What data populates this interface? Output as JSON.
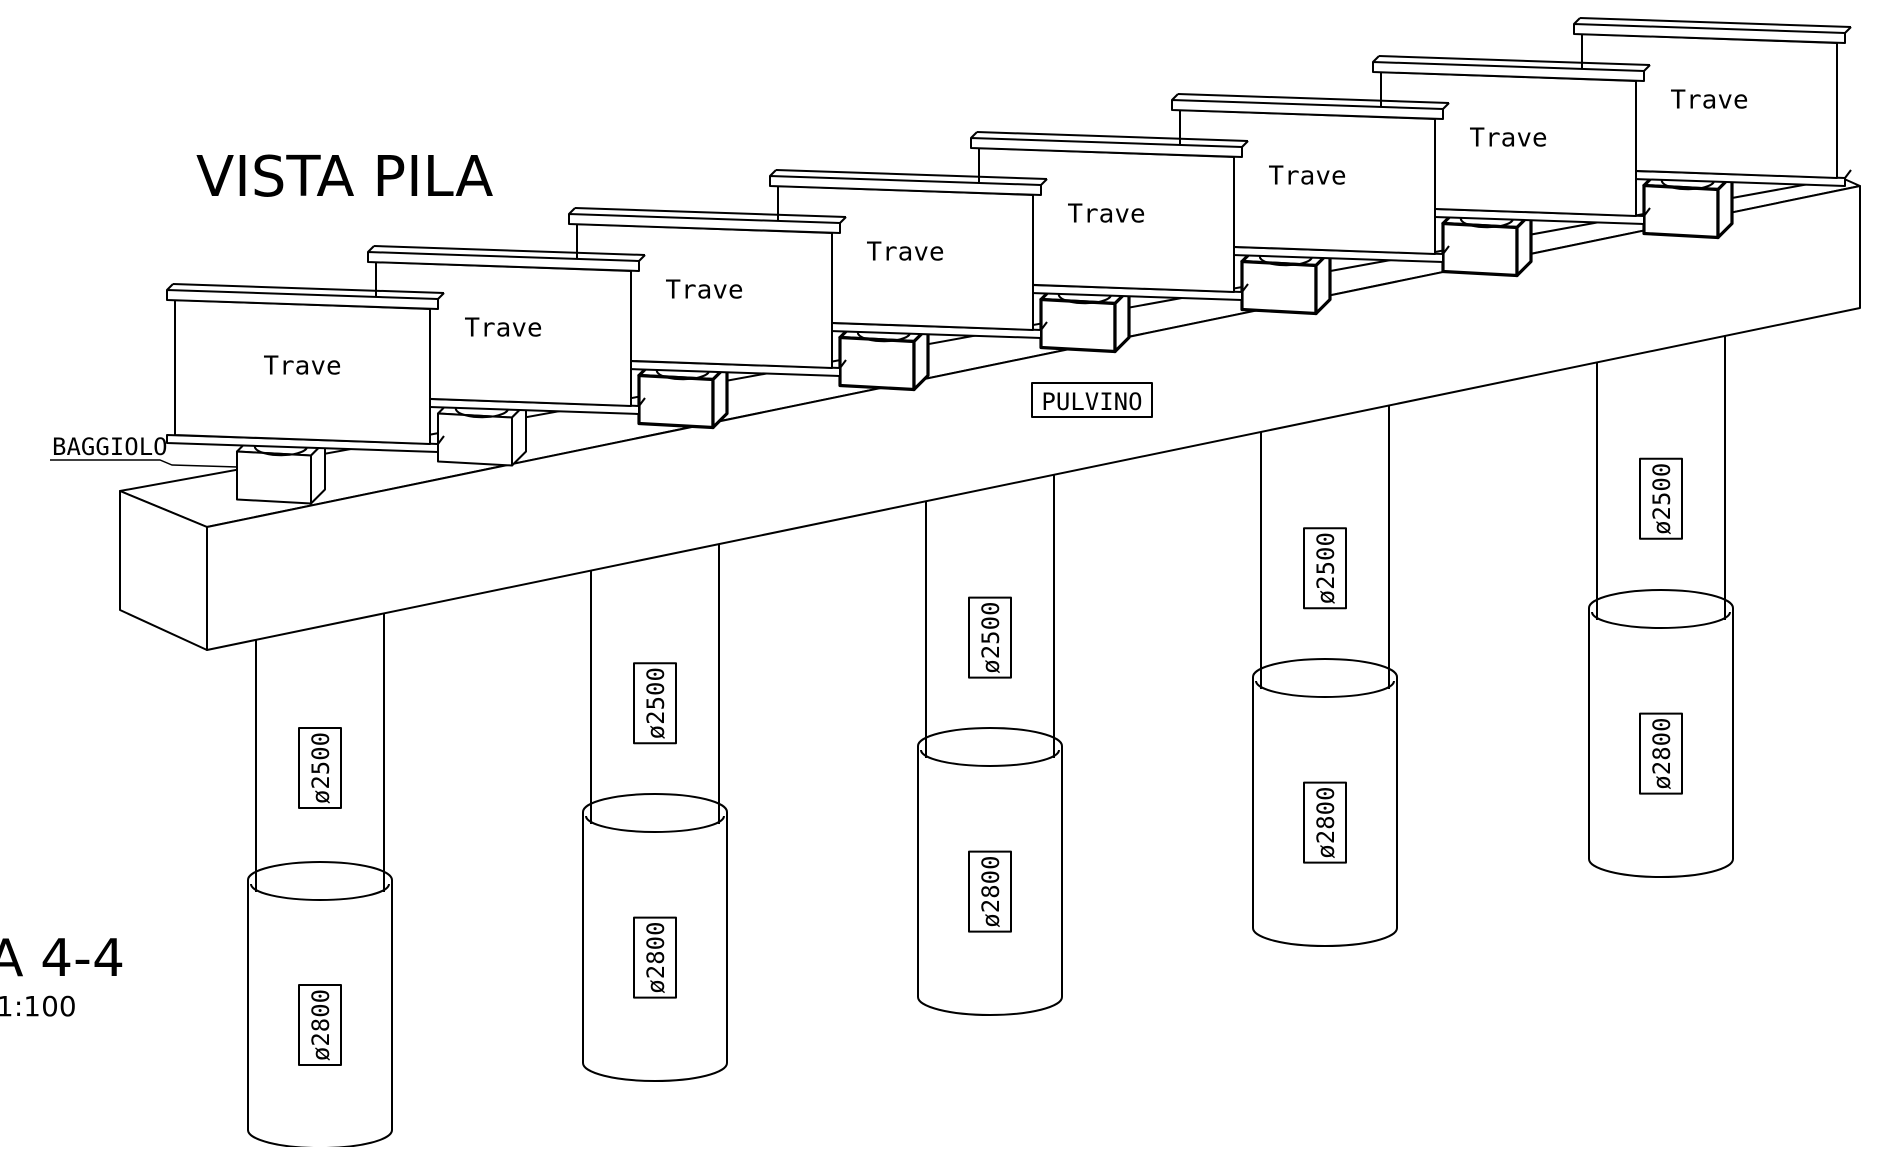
{
  "drawing": {
    "title": "VISTA PILA",
    "section_title": "A 4-4",
    "section_scale": "1:100"
  },
  "labels": {
    "beam": "Trave",
    "cap": "PULVINO",
    "bearing_block": "BAGGIOLO",
    "column_diameter": "ø2500",
    "pile_diameter": "ø2800"
  },
  "beams": [
    {
      "label": "Trave"
    },
    {
      "label": "Trave"
    },
    {
      "label": "Trave"
    },
    {
      "label": "Trave"
    },
    {
      "label": "Trave"
    },
    {
      "label": "Trave"
    },
    {
      "label": "Trave"
    },
    {
      "label": "Trave"
    }
  ],
  "columns": [
    {
      "shaft": "ø2500",
      "pile": "ø2800"
    },
    {
      "shaft": "ø2500",
      "pile": "ø2800"
    },
    {
      "shaft": "ø2500",
      "pile": "ø2800"
    },
    {
      "shaft": "ø2500",
      "pile": "ø2800"
    },
    {
      "shaft": "ø2500",
      "pile": "ø2800"
    }
  ]
}
